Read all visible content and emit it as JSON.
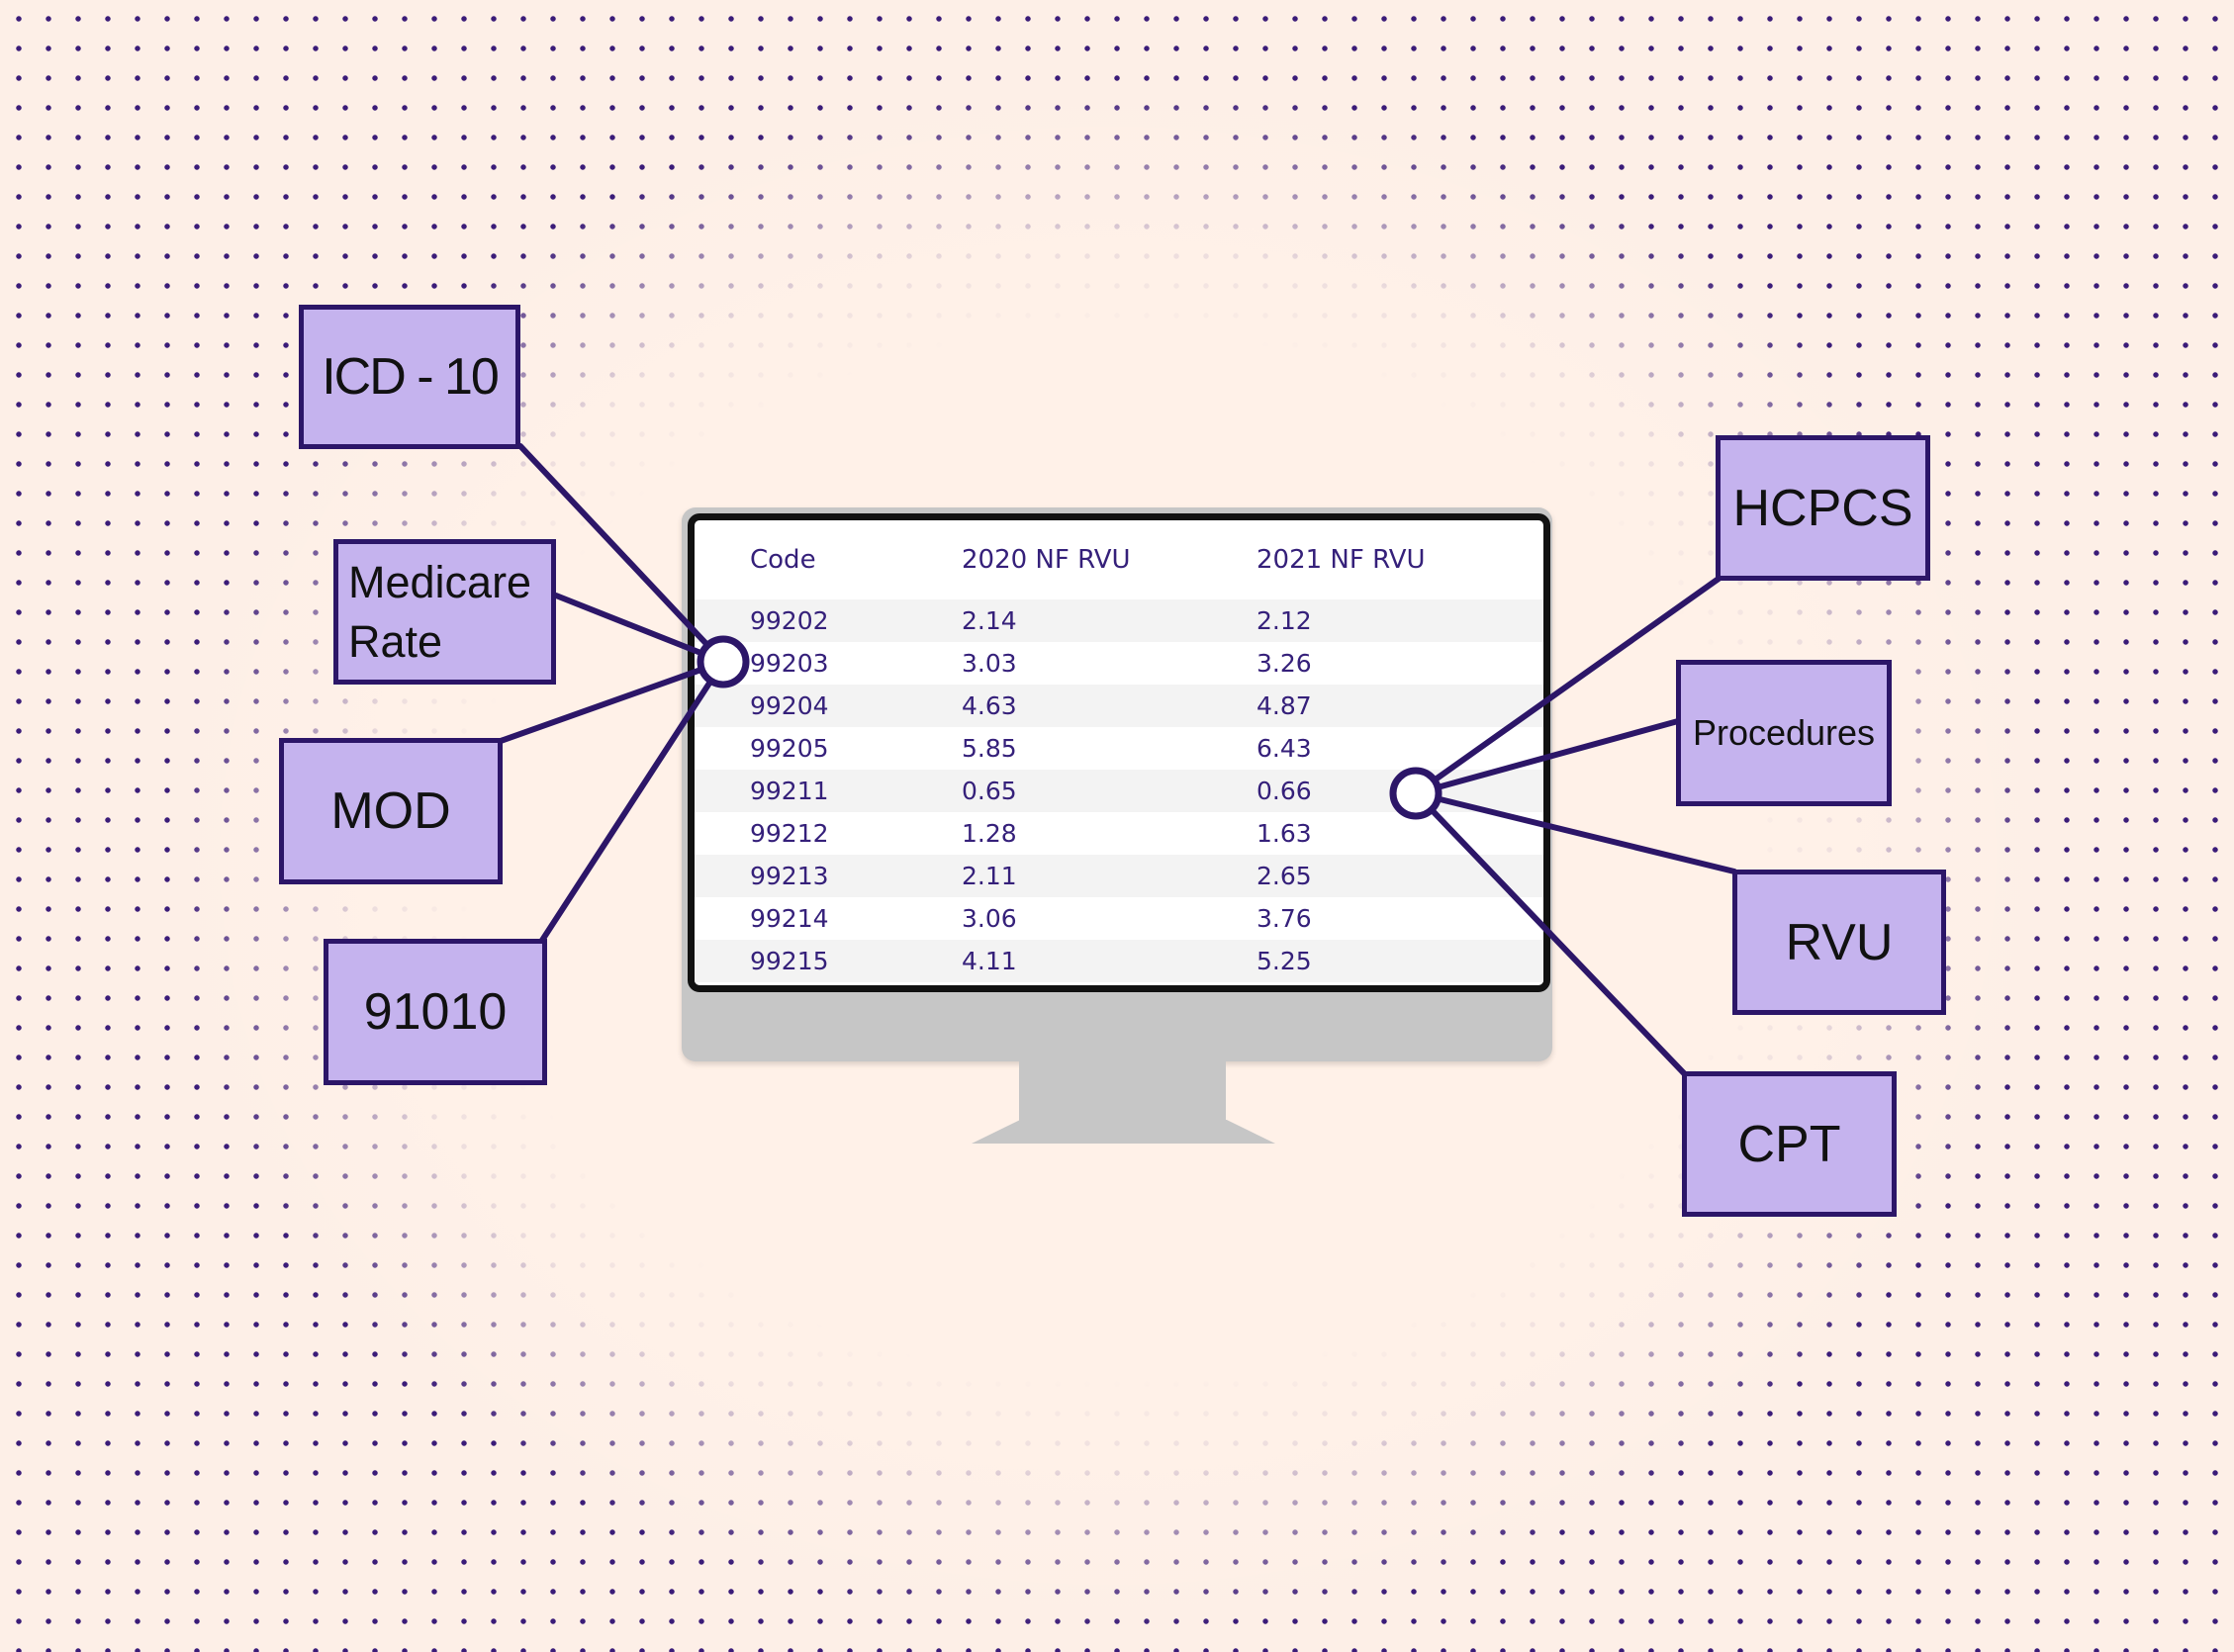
{
  "table": {
    "headers": [
      "Code",
      "2020 NF RVU",
      "2021 NF RVU"
    ],
    "rows": [
      [
        "99202",
        "2.14",
        "2.12"
      ],
      [
        "99203",
        "3.03",
        "3.26"
      ],
      [
        "99204",
        "4.63",
        "4.87"
      ],
      [
        "99205",
        "5.85",
        "6.43"
      ],
      [
        "99211",
        "0.65",
        "0.66"
      ],
      [
        "99212",
        "1.28",
        "1.63"
      ],
      [
        "99213",
        "2.11",
        "2.65"
      ],
      [
        "99214",
        "3.06",
        "3.76"
      ],
      [
        "99215",
        "4.11",
        "5.25"
      ]
    ]
  },
  "left_labels": {
    "icd10": "ICD - 10",
    "medicare_rate": "Medicare Rate",
    "mod": "MOD",
    "code_91010": "91010"
  },
  "right_labels": {
    "hcpcs": "HCPCS",
    "procedures": "Procedures",
    "rvu": "RVU",
    "cpt": "CPT"
  },
  "colors": {
    "background": "#fdefe7",
    "dots": "#3a1b78",
    "box_fill": "#c5b3ee",
    "box_border": "#2c1668",
    "connector": "#2c1668",
    "table_text": "#35207a",
    "monitor_frame": "#c6c6c6"
  }
}
